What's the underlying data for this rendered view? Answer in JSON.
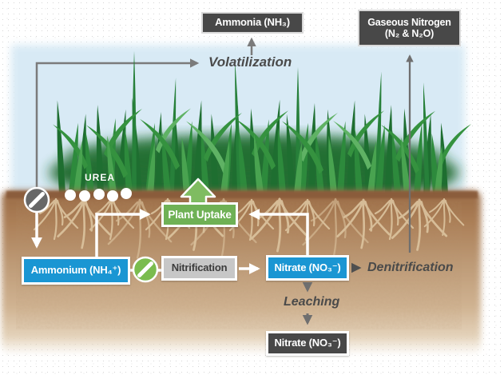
{
  "boxes": {
    "ammonia": {
      "label": "Ammonia (NH₃)",
      "color": "#484848"
    },
    "gaseous_nitrogen": {
      "line1": "Gaseous Nitrogen",
      "line2": "(N₂ & N₂O)",
      "color": "#484848"
    },
    "plant_uptake": {
      "label": "Plant Uptake",
      "color": "#6fb155"
    },
    "ammonium": {
      "label": "Ammonium (NH₄⁺)",
      "color": "#1a96d3"
    },
    "nitrification": {
      "label": "Nitrification",
      "color": "#c7c7c7"
    },
    "nitrate_soil": {
      "label": "Nitrate (NO₃⁻)",
      "color": "#1a96d3"
    },
    "nitrate_leached": {
      "label": "Nitrate (NO₃⁻)",
      "color": "#484848"
    }
  },
  "process_labels": {
    "volatilization": "Volatilization",
    "denitrification": "Denitrification",
    "leaching": "Leaching",
    "urea": "UREA"
  },
  "icons": {
    "urease_inhibitor": "gray-circle-slash-icon",
    "nitrification_inhibitor": "green-circle-slash-icon",
    "urea_granules": "white-granule-dots"
  },
  "colors": {
    "sky": "#d8eaf5",
    "soil": "#b68a62",
    "soil_surface": "#8a5c3a",
    "accent_blue": "#1a96d3",
    "accent_green": "#6fb155",
    "dark_box": "#484848",
    "arrow_gray": "#7b7b7b",
    "arrow_dark": "#4f4f4f",
    "arrow_white": "#ffffff",
    "plant_dark_green": "#1e6e30",
    "plant_light_green": "#49a350"
  }
}
